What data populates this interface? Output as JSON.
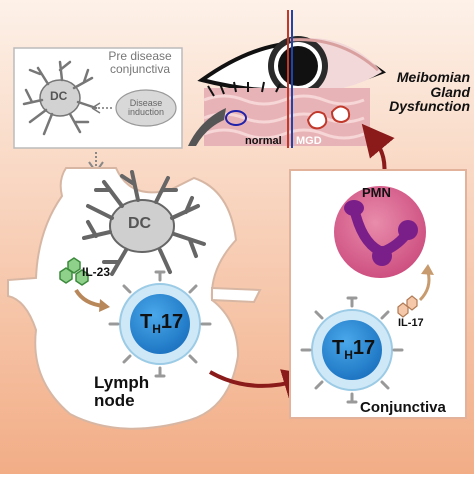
{
  "pre_disease": {
    "title_line1": "Pre disease",
    "title_line2": "conjunctiva",
    "dc_label": "DC",
    "induction_line1": "Disease",
    "induction_line2": "induction"
  },
  "eye": {
    "normal_label": "normal",
    "mgd_label": "MGD"
  },
  "meibomian": {
    "line1": "Meibomian",
    "line2": "Gland",
    "line3": "Dysfunction"
  },
  "lymph": {
    "dc_label": "DC",
    "il23_label": "IL-23",
    "th17_main": "T",
    "th17_sub": "H",
    "th17_num": "17",
    "label_line1": "Lymph",
    "label_line2": "node"
  },
  "conjunctiva": {
    "pmn_label": "PMN",
    "il17_label": "IL-17",
    "th17_main": "T",
    "th17_sub": "H",
    "th17_num": "17",
    "label": "Conjunctiva"
  },
  "colors": {
    "background_top": "#fcebe0",
    "background_bottom": "#f3b48f",
    "th17_fill": "#2f8fd6",
    "pmn_fill": "#d9668f",
    "nucleus": "#7a1f8a",
    "arrow": "#8b1a1a"
  }
}
